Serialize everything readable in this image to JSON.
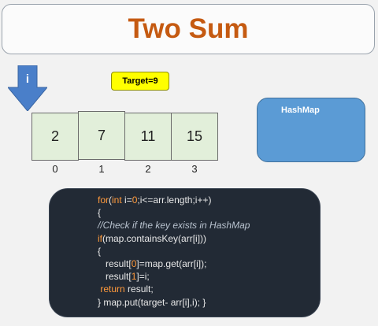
{
  "title": "Two Sum",
  "pointer": {
    "label": "i"
  },
  "target_label": "Target=9",
  "hashmap_label": "HashMap",
  "array": {
    "values": [
      "2",
      "7",
      "11",
      "15"
    ],
    "indices": [
      "0",
      "1",
      "2",
      "3"
    ]
  },
  "code": {
    "l1": {
      "kw": "for",
      "a": "(",
      "kw2": "int",
      "b": " i=",
      "n": "0",
      "c": ";i<=arr.length;i++)"
    },
    "l2": "{",
    "l3": "//Check if the key exists in HashMap",
    "l4": {
      "kw": "if",
      "rest": "(map.containsKey(arr[i]))"
    },
    "l5": "{",
    "l6": {
      "a": "   result[",
      "n": "0",
      "b": "]=map.get(arr[i]);"
    },
    "l7": {
      "a": "   result[",
      "n": "1",
      "b": "]=i;"
    },
    "l8": {
      "kw": " return",
      "rest": " result;"
    },
    "l9": "} map.put(target- arr[i],i); }"
  },
  "colors": {
    "title": "#c55a11",
    "target_bg": "#ffff00",
    "hashmap_bg": "#5b9bd5",
    "cell_bg": "#e2efda",
    "pointer": "#4a7fc9",
    "code_bg": "#222a35",
    "keyword": "#ff9a3c"
  }
}
